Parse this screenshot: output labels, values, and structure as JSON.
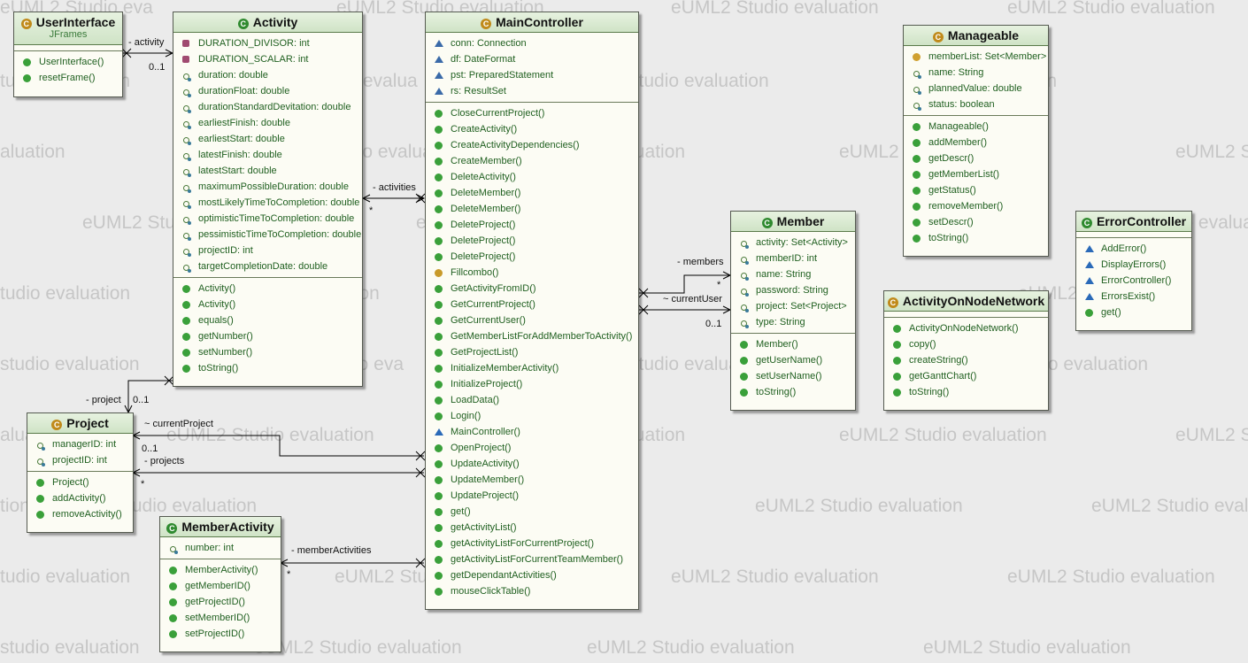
{
  "watermark_text": "eUML2 Studio evaluation",
  "watermark_fragments": [
    "idio evalua",
    "lio evalua",
    "aluation",
    "tudio evaluation",
    "valuation",
    "io eva",
    "2 Studio evaluation",
    "eUML2",
    "eUML2 S",
    "eUML2 Studio eva",
    "ation",
    "tion",
    "ion",
    "studio evaluation"
  ],
  "classes": {
    "user_interface": {
      "title": "UserInterface",
      "stereotype": "JFrames",
      "fields": [],
      "methods": [
        {
          "icon": "method-ctor",
          "text": "UserInterface()"
        },
        {
          "icon": "method-pub",
          "text": "resetFrame()"
        }
      ]
    },
    "activity": {
      "title": "Activity",
      "fields": [
        {
          "icon": "field-static",
          "text": "DURATION_DIVISOR: int"
        },
        {
          "icon": "field-static",
          "text": "DURATION_SCALAR: int"
        },
        {
          "icon": "field-pri",
          "text": "duration: double"
        },
        {
          "icon": "field-pri",
          "text": "durationFloat: double"
        },
        {
          "icon": "field-pri",
          "text": "durationStandardDevitation: double"
        },
        {
          "icon": "field-pri",
          "text": "earliestFinish: double"
        },
        {
          "icon": "field-pri",
          "text": "earliestStart: double"
        },
        {
          "icon": "field-pri",
          "text": "latestFinish: double"
        },
        {
          "icon": "field-pri",
          "text": "latestStart: double"
        },
        {
          "icon": "field-pri",
          "text": "maximumPossibleDuration: double"
        },
        {
          "icon": "field-pri",
          "text": "mostLikelyTimeToCompletion: double"
        },
        {
          "icon": "field-pri",
          "text": "optimisticTimeToCompletion: double"
        },
        {
          "icon": "field-pri",
          "text": "pessimisticTimeToCompletion: double"
        },
        {
          "icon": "field-pri",
          "text": "projectID: int"
        },
        {
          "icon": "field-pri",
          "text": "targetCompletionDate: double"
        }
      ],
      "methods": [
        {
          "icon": "method-ctor",
          "text": "Activity()"
        },
        {
          "icon": "method-ctor",
          "text": "Activity()"
        },
        {
          "icon": "method-pub",
          "text": "equals()"
        },
        {
          "icon": "method-pub",
          "text": "getNumber()"
        },
        {
          "icon": "method-pub",
          "text": "setNumber()"
        },
        {
          "icon": "method-pub",
          "text": "toString()"
        }
      ]
    },
    "main_controller": {
      "title": "MainController",
      "fields": [
        {
          "icon": "field-pkg",
          "text": "conn: Connection"
        },
        {
          "icon": "field-pkg",
          "text": "df: DateFormat"
        },
        {
          "icon": "field-pkg",
          "text": "pst: PreparedStatement"
        },
        {
          "icon": "field-pkg",
          "text": "rs: ResultSet"
        }
      ],
      "methods": [
        {
          "icon": "method-pub",
          "text": "CloseCurrentProject()"
        },
        {
          "icon": "method-pub",
          "text": "CreateActivity()"
        },
        {
          "icon": "method-pub",
          "text": "CreateActivityDependencies()"
        },
        {
          "icon": "method-pub",
          "text": "CreateMember()"
        },
        {
          "icon": "method-pub",
          "text": "DeleteActivity()"
        },
        {
          "icon": "method-pub",
          "text": "DeleteMember()"
        },
        {
          "icon": "method-pub",
          "text": "DeleteMember()"
        },
        {
          "icon": "method-pub",
          "text": "DeleteProject()"
        },
        {
          "icon": "method-pub",
          "text": "DeleteProject()"
        },
        {
          "icon": "method-pub",
          "text": "DeleteProject()"
        },
        {
          "icon": "method-prot",
          "text": "Fillcombo()"
        },
        {
          "icon": "method-pub",
          "text": "GetActivityFromID()"
        },
        {
          "icon": "method-pub",
          "text": "GetCurrentProject()"
        },
        {
          "icon": "method-pub",
          "text": "GetCurrentUser()"
        },
        {
          "icon": "method-pub",
          "text": "GetMemberListForAddMemberToActivity()"
        },
        {
          "icon": "method-pub",
          "text": "GetProjectList()"
        },
        {
          "icon": "method-pub",
          "text": "InitializeMemberActivity()"
        },
        {
          "icon": "method-pub",
          "text": "InitializeProject()"
        },
        {
          "icon": "method-pub",
          "text": "LoadData()"
        },
        {
          "icon": "method-pub",
          "text": "Login()"
        },
        {
          "icon": "method-pkg",
          "text": "MainController()"
        },
        {
          "icon": "method-pub",
          "text": "OpenProject()"
        },
        {
          "icon": "method-pub",
          "text": "UpdateActivity()"
        },
        {
          "icon": "method-pub",
          "text": "UpdateMember()"
        },
        {
          "icon": "method-pub",
          "text": "UpdateProject()"
        },
        {
          "icon": "method-static",
          "text": "get()"
        },
        {
          "icon": "method-pub",
          "text": "getActivityList()"
        },
        {
          "icon": "method-pub",
          "text": "getActivityListForCurrentProject()"
        },
        {
          "icon": "method-pub",
          "text": "getActivityListForCurrentTeamMember()"
        },
        {
          "icon": "method-pub",
          "text": "getDependantActivities()"
        },
        {
          "icon": "method-pub",
          "text": "mouseClickTable()"
        }
      ]
    },
    "manageable": {
      "title": "Manageable",
      "fields": [
        {
          "icon": "field-prot",
          "text": "memberList: Set<Member>"
        },
        {
          "icon": "field-pri",
          "text": "name: String"
        },
        {
          "icon": "field-pri",
          "text": "plannedValue: double"
        },
        {
          "icon": "field-pri",
          "text": "status: boolean"
        }
      ],
      "methods": [
        {
          "icon": "method-ctor",
          "text": "Manageable()"
        },
        {
          "icon": "method-pub",
          "text": "addMember()"
        },
        {
          "icon": "method-pub",
          "text": "getDescr()"
        },
        {
          "icon": "method-pub",
          "text": "getMemberList()"
        },
        {
          "icon": "method-pub",
          "text": "getStatus()"
        },
        {
          "icon": "method-pub",
          "text": "removeMember()"
        },
        {
          "icon": "method-pub",
          "text": "setDescr()"
        },
        {
          "icon": "method-pub",
          "text": "toString()"
        }
      ]
    },
    "member": {
      "title": "Member",
      "fields": [
        {
          "icon": "field-pri",
          "text": "activity: Set<Activity>"
        },
        {
          "icon": "field-pri",
          "text": "memberID: int"
        },
        {
          "icon": "field-pri",
          "text": "name: String"
        },
        {
          "icon": "field-pri",
          "text": "password: String"
        },
        {
          "icon": "field-pri",
          "text": "project: Set<Project>"
        },
        {
          "icon": "field-pri",
          "text": "type: String"
        }
      ],
      "methods": [
        {
          "icon": "method-ctor",
          "text": "Member()"
        },
        {
          "icon": "method-pub",
          "text": "getUserName()"
        },
        {
          "icon": "method-pub",
          "text": "setUserName()"
        },
        {
          "icon": "method-pub",
          "text": "toString()"
        }
      ]
    },
    "error_controller": {
      "title": "ErrorController",
      "fields": [],
      "methods": [
        {
          "icon": "method-pkg",
          "text": "AddError()"
        },
        {
          "icon": "method-pkg",
          "text": "DisplayErrors()"
        },
        {
          "icon": "method-pkg",
          "text": "ErrorController()"
        },
        {
          "icon": "method-pkg",
          "text": "ErrorsExist()"
        },
        {
          "icon": "method-static",
          "text": "get()"
        }
      ]
    },
    "activity_on_node_network": {
      "title": "ActivityOnNodeNetwork",
      "fields": [],
      "methods": [
        {
          "icon": "method-ctor",
          "text": "ActivityOnNodeNetwork()"
        },
        {
          "icon": "method-pub",
          "text": "copy()"
        },
        {
          "icon": "method-pub",
          "text": "createString()"
        },
        {
          "icon": "method-pub",
          "text": "getGanttChart()"
        },
        {
          "icon": "method-pub",
          "text": "toString()"
        }
      ]
    },
    "project": {
      "title": "Project",
      "fields": [
        {
          "icon": "field-pri",
          "text": "managerID: int"
        },
        {
          "icon": "field-pri",
          "text": "projectID: int"
        }
      ],
      "methods": [
        {
          "icon": "method-ctor",
          "text": "Project()"
        },
        {
          "icon": "method-pub",
          "text": "addActivity()"
        },
        {
          "icon": "method-pub",
          "text": "removeActivity()"
        }
      ]
    },
    "member_activity": {
      "title": "MemberActivity",
      "fields": [
        {
          "icon": "field-pri",
          "text": "number: int"
        }
      ],
      "methods": [
        {
          "icon": "method-ctor",
          "text": "MemberActivity()"
        },
        {
          "icon": "method-pub",
          "text": "getMemberID()"
        },
        {
          "icon": "method-pub",
          "text": "getProjectID()"
        },
        {
          "icon": "method-pub",
          "text": "setMemberID()"
        },
        {
          "icon": "method-pub",
          "text": "setProjectID()"
        }
      ]
    }
  },
  "associations": {
    "activity_role": "- activity",
    "activity_mult": "0..1",
    "activities_role": "- activities",
    "activities_mult": "*",
    "members_role": "- members",
    "members_mult": "*",
    "current_user_role": "~ currentUser",
    "current_user_mult": "0..1",
    "project_role": "- project",
    "project_mult": "0..1",
    "current_project_role": "~ currentProject",
    "current_project_mult": "0..1",
    "projects_role": "- projects",
    "projects_mult": "*",
    "member_activities_role": "- memberActivities",
    "member_activities_mult": "*"
  },
  "colors": {
    "header": "#cfe3c6",
    "class_icon": "#2f8a2f",
    "abstract_icon": "#c08a1a",
    "member_text": "#1f5f1f",
    "line": "#000000"
  }
}
